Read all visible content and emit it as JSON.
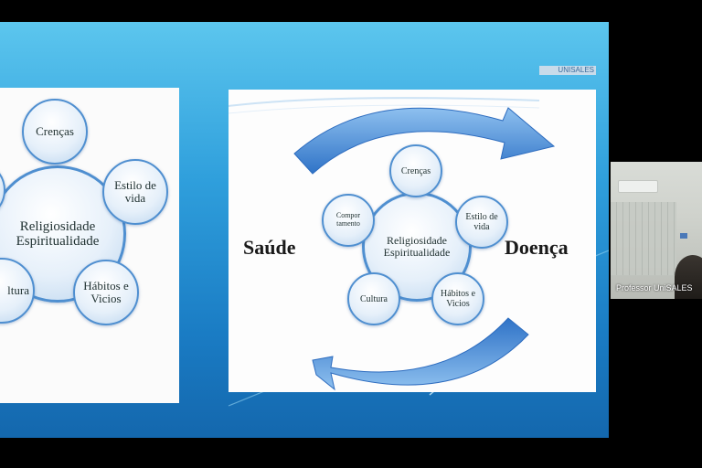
{
  "slide": {
    "left_panel": {
      "center": "Religiosidade Espiritualidade",
      "top": "Crenças",
      "right": "Estilo de vida",
      "bottom_right": "Hábitos e Vicios",
      "bottom_left": "ltura"
    },
    "right_panel": {
      "left_word": "Saúde",
      "right_word": "Doença",
      "center": "Religiosidade Espiritualidade",
      "top": "Crenças",
      "right": "Estilo de vida",
      "bottom_right": "Hábitos e Vicios",
      "bottom_left": "Cultura",
      "left": "Compor tamento",
      "corner_tag": "UNISALES"
    }
  },
  "webcam": {
    "name": "Professor UniSALES"
  },
  "colors": {
    "slide_top": "#5cc6ee",
    "slide_bottom": "#1467ad",
    "bubble_border": "#4f8fd0",
    "arrow_blue": "#3a7fd0"
  }
}
